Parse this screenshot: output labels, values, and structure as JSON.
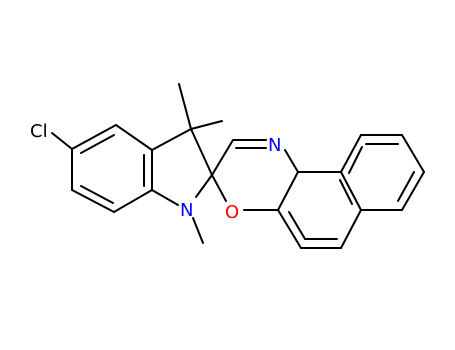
{
  "atoms": {
    "cl": {
      "symbol": "Cl",
      "color": "#000000"
    },
    "n_indoline": {
      "symbol": "N",
      "color": "#0000ff"
    },
    "n_oxazine": {
      "symbol": "N",
      "color": "#0000ff"
    },
    "o_oxazine": {
      "symbol": "O",
      "color": "#ff0000"
    }
  },
  "colors": {
    "bond": "#000000",
    "background": "#ffffff"
  }
}
